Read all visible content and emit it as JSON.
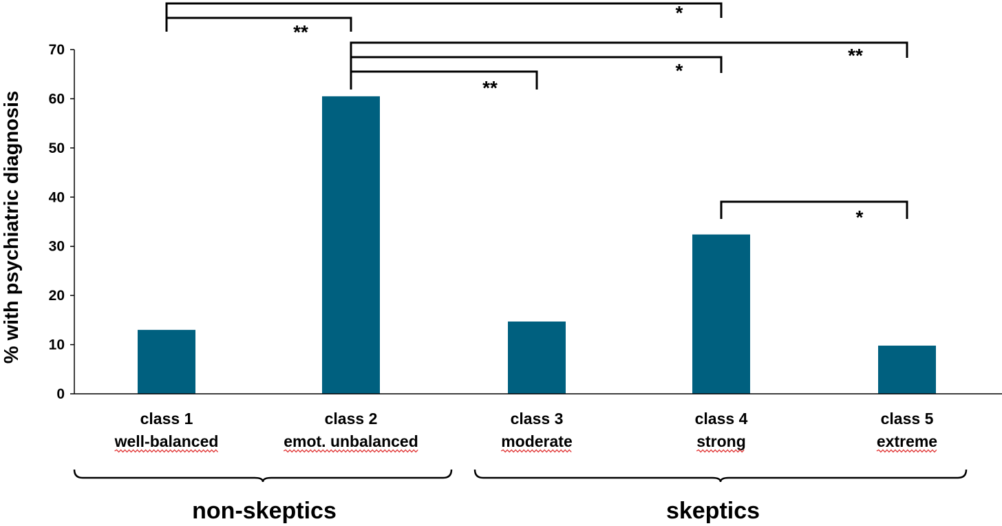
{
  "chart_data": {
    "type": "bar",
    "categories": [
      [
        "class 1",
        "well-balanced"
      ],
      [
        "class 2",
        "emot. unbalanced"
      ],
      [
        "class 3",
        "moderate"
      ],
      [
        "class 4",
        "strong"
      ],
      [
        "class 5",
        "extreme"
      ]
    ],
    "values": [
      13,
      60.5,
      14.7,
      32.4,
      9.8
    ],
    "ylabel": "% with psychiatric diagnosis",
    "ylim": [
      0,
      70
    ],
    "yticks": [
      0,
      10,
      20,
      30,
      40,
      50,
      60,
      70
    ],
    "bar_color": "#00607f",
    "groups": [
      {
        "label": "non-skeptics",
        "from": 0,
        "to": 1
      },
      {
        "label": "skeptics",
        "from": 2,
        "to": 4
      }
    ],
    "significance": [
      {
        "from": 0,
        "to": 1,
        "label": "**"
      },
      {
        "from": 0,
        "to": 3,
        "label": "*"
      },
      {
        "from": 1,
        "to": 4,
        "label": "**"
      },
      {
        "from": 1,
        "to": 3,
        "label": "*"
      },
      {
        "from": 1,
        "to": 2,
        "label": "**"
      },
      {
        "from": 3,
        "to": 4,
        "label": "*"
      }
    ]
  }
}
